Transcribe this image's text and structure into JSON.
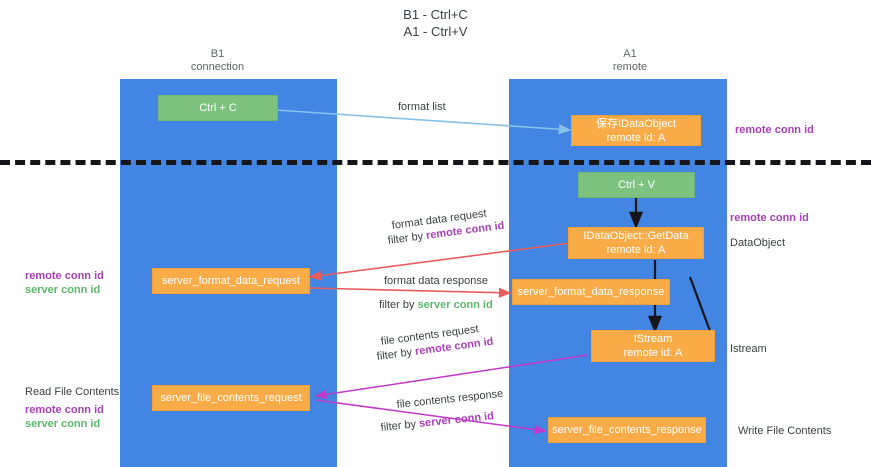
{
  "title": {
    "line1": "B1 - Ctrl+C",
    "line2": "A1 - Ctrl+V"
  },
  "lanes": [
    {
      "id": "b1",
      "name": "B1",
      "role": "connection"
    },
    {
      "id": "a1",
      "name": "A1",
      "role": "remote"
    }
  ],
  "colors": {
    "lane": "#4285e3",
    "node_orange": "#f9ab48",
    "node_green": "#7dc37f",
    "remote_conn_id": "#a83fb8",
    "server_conn_id": "#5bb86a",
    "arrow_blue": "#87c0e8",
    "arrow_red": "#ea5d5d",
    "arrow_magenta": "#c238c8",
    "arrow_black": "#16161a",
    "divider": "#16161a"
  },
  "nodes": {
    "ctrl_c": {
      "label": "Ctrl + C"
    },
    "ctrl_v": {
      "label": "Ctrl + V"
    },
    "save_dataobject": {
      "line1": "保存IDataObject",
      "line2": "remote id: A"
    },
    "getdata": {
      "line1": "IDataObject::GetData",
      "line2": "remote id: A"
    },
    "istream": {
      "line1": "IStream",
      "line2": "remote id: A"
    },
    "server_format_data_request": {
      "label": "server_format_data_request"
    },
    "server_format_data_response": {
      "label": "server_format_data_response"
    },
    "server_file_contents_request": {
      "label": "server_file_contents_request"
    },
    "server_file_contents_response": {
      "label": "server_file_contents_response"
    }
  },
  "edge_labels": {
    "format_list": "format list",
    "format_data_request": "format data request",
    "format_data_response": "format data response",
    "file_contents_request": "file contents request",
    "file_contents_response": "file contents response",
    "filter_by": "filter by ",
    "remote_conn_id": "remote conn id",
    "server_conn_id": "server conn id"
  },
  "annotations": {
    "right_remote_top": "remote conn id",
    "right_remote_mid": "remote conn id",
    "right_dataobject": "DataObject",
    "right_istream": "Istream",
    "right_write_file_contents": "Write File Contents",
    "left_remote_conn_id": "remote conn id",
    "left_server_conn_id": "server conn id",
    "left_read_file_contents": "Read File Contents",
    "left_remote_conn_id_2": "remote conn id",
    "left_server_conn_id_2": "server conn id"
  }
}
